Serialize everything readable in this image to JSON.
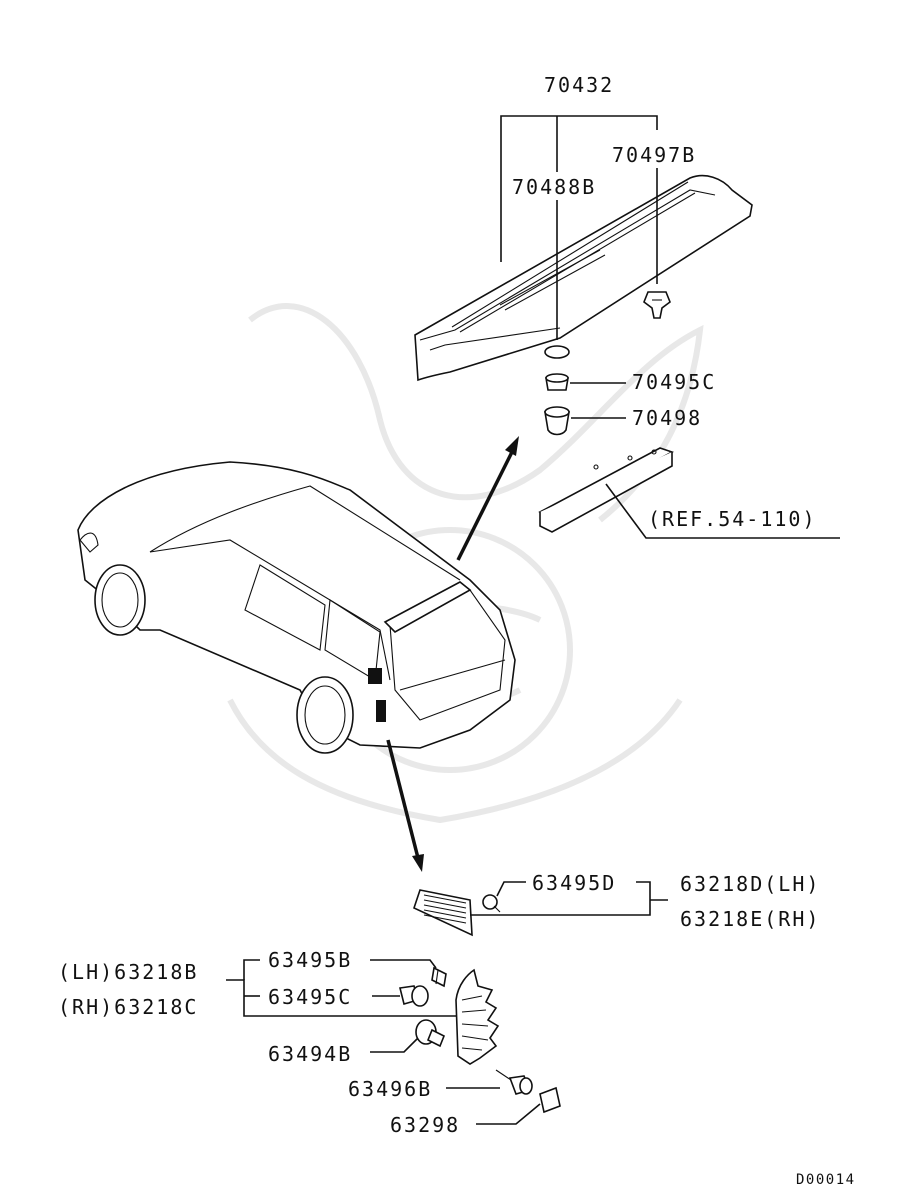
{
  "diagram": {
    "labels": {
      "p70432": "70432",
      "p70497B": "70497B",
      "p70488B": "70488B",
      "p70495C": "70495C",
      "p70498": "70498",
      "ref": "(REF.54-110)",
      "p63495D": "63495D",
      "p63218D": "63218D(LH)",
      "p63218E": "63218E(RH)",
      "p63218B": "(LH)63218B",
      "p63218C": "(RH)63218C",
      "p63495B": "63495B",
      "p63495C": "63495C",
      "p63494B": "63494B",
      "p63496B": "63496B",
      "p63298": "63298",
      "code": "D00014"
    }
  }
}
